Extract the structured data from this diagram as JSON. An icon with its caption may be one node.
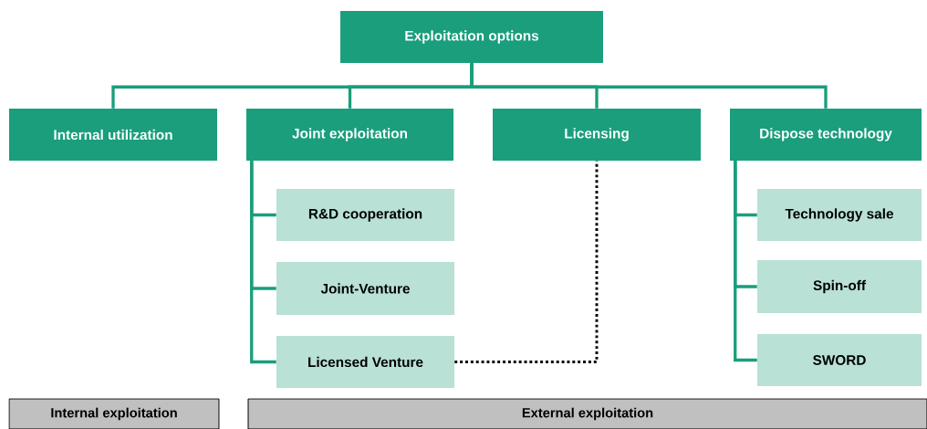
{
  "diagram": {
    "nodes": [
      {
        "text": [
          "Exploitation options"
        ]
      },
      {
        "text": [
          "Internal utilization"
        ]
      },
      {
        "text": [
          "Joint exploitation"
        ]
      },
      {
        "text": [
          "Licensing"
        ]
      },
      {
        "text": [
          "Dispose technology"
        ]
      },
      {
        "text": [
          "R&D cooperation"
        ]
      },
      {
        "text": [
          "Joint-Venture"
        ]
      },
      {
        "text": [
          "Licensed Venture"
        ]
      },
      {
        "text": [
          "Technology sale"
        ]
      },
      {
        "text": [
          "Spin-off"
        ]
      },
      {
        "text": [
          "SWORD"
        ]
      },
      {
        "text": [
          "Internal exploitation"
        ]
      },
      {
        "text": [
          "External exploitation"
        ]
      }
    ],
    "edges": [
      {
        "from": 0,
        "to": 1,
        "arrow": "none"
      },
      {
        "from": 0,
        "to": 2,
        "arrow": "none"
      },
      {
        "from": 0,
        "to": 3,
        "arrow": "none"
      },
      {
        "from": 0,
        "to": 4,
        "arrow": "none"
      },
      {
        "from": 2,
        "to": 5,
        "arrow": "none"
      },
      {
        "from": 2,
        "to": 6,
        "arrow": "none"
      },
      {
        "from": 2,
        "to": 7,
        "arrow": "none"
      },
      {
        "from": 4,
        "to": 8,
        "arrow": "none"
      },
      {
        "from": 4,
        "to": 9,
        "arrow": "none"
      },
      {
        "from": 4,
        "to": 10,
        "arrow": "none"
      },
      {
        "from": 3,
        "to": 7,
        "arrow": "none",
        "style": "dashed",
        "color": "#000000"
      }
    ]
  }
}
